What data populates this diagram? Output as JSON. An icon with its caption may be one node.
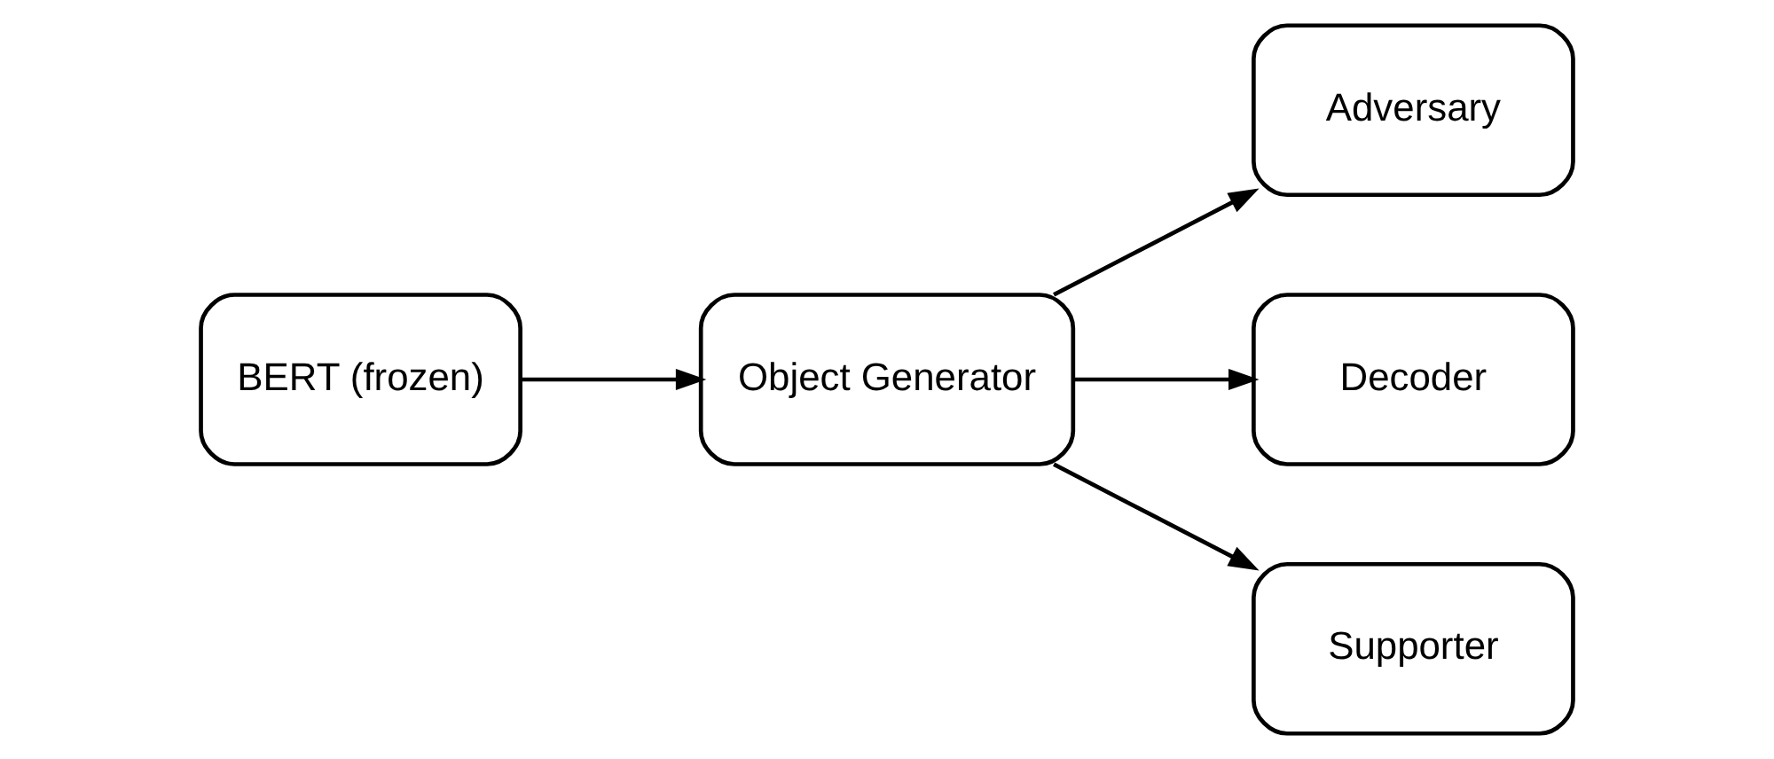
{
  "diagram": {
    "nodes": [
      {
        "text": [
          "BERT (frozen)"
        ]
      },
      {
        "text": [
          "Object Generator"
        ]
      },
      {
        "text": [
          "Adversary"
        ]
      },
      {
        "text": [
          "Decoder"
        ]
      },
      {
        "text": [
          "Supporter"
        ]
      }
    ],
    "edges": [
      {
        "from": 0,
        "to": 1,
        "arrow": "to"
      },
      {
        "from": 1,
        "to": 2,
        "arrow": "to"
      },
      {
        "from": 1,
        "to": 3,
        "arrow": "to"
      },
      {
        "from": 1,
        "to": 4,
        "arrow": "to"
      }
    ]
  }
}
